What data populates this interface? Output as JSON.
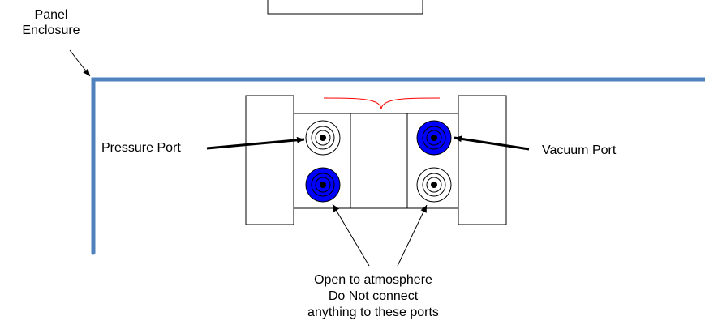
{
  "labels": {
    "panel_enclosure_line1": "Panel",
    "panel_enclosure_line2": "Enclosure",
    "pressure_port": "Pressure Port",
    "vacuum_port": "Vacuum Port",
    "note_line1": "Open to atmosphere",
    "note_line2": "Do Not connect",
    "note_line3": "anything to these ports"
  },
  "colors": {
    "enclosure": "#4f81bd",
    "port_blue": "#0000ff",
    "port_white": "#ffffff",
    "wire": "#ff0000"
  }
}
